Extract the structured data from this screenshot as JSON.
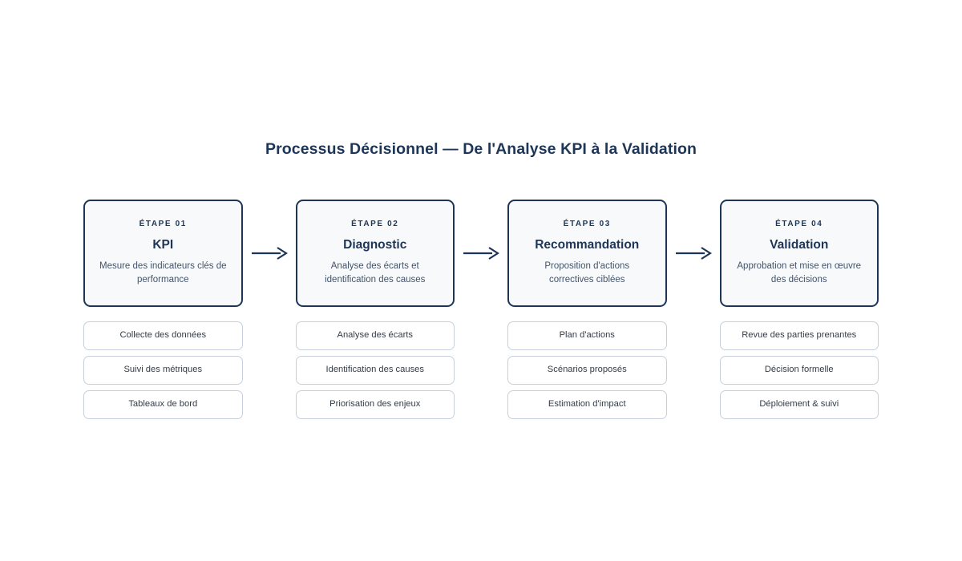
{
  "title": "Processus Décisionnel — De l'Analyse KPI à la Validation",
  "colors": {
    "navy": "#1d3557",
    "card_bg": "#f7f9fb",
    "pill_border": "#c6d0dc",
    "desc_text": "#44546a",
    "pill_text": "#333c47",
    "page_bg": "#ffffff"
  },
  "arrow_icon": "arrow-right-icon",
  "steps": [
    {
      "eyebrow": "ÉTAPE 01",
      "title": "KPI",
      "description": "Mesure des indicateurs clés de performance",
      "items": [
        "Collecte des données",
        "Suivi des métriques",
        "Tableaux de bord"
      ]
    },
    {
      "eyebrow": "ÉTAPE 02",
      "title": "Diagnostic",
      "description": "Analyse des écarts et identification des causes",
      "items": [
        "Analyse des écarts",
        "Identification des causes",
        "Priorisation des enjeux"
      ]
    },
    {
      "eyebrow": "ÉTAPE 03",
      "title": "Recommandation",
      "description": "Proposition d'actions correctives ciblées",
      "items": [
        "Plan d'actions",
        "Scénarios proposés",
        "Estimation d'impact"
      ]
    },
    {
      "eyebrow": "ÉTAPE 04",
      "title": "Validation",
      "description": "Approbation et mise en œuvre des décisions",
      "items": [
        "Revue des parties prenantes",
        "Décision formelle",
        "Déploiement & suivi"
      ]
    }
  ]
}
